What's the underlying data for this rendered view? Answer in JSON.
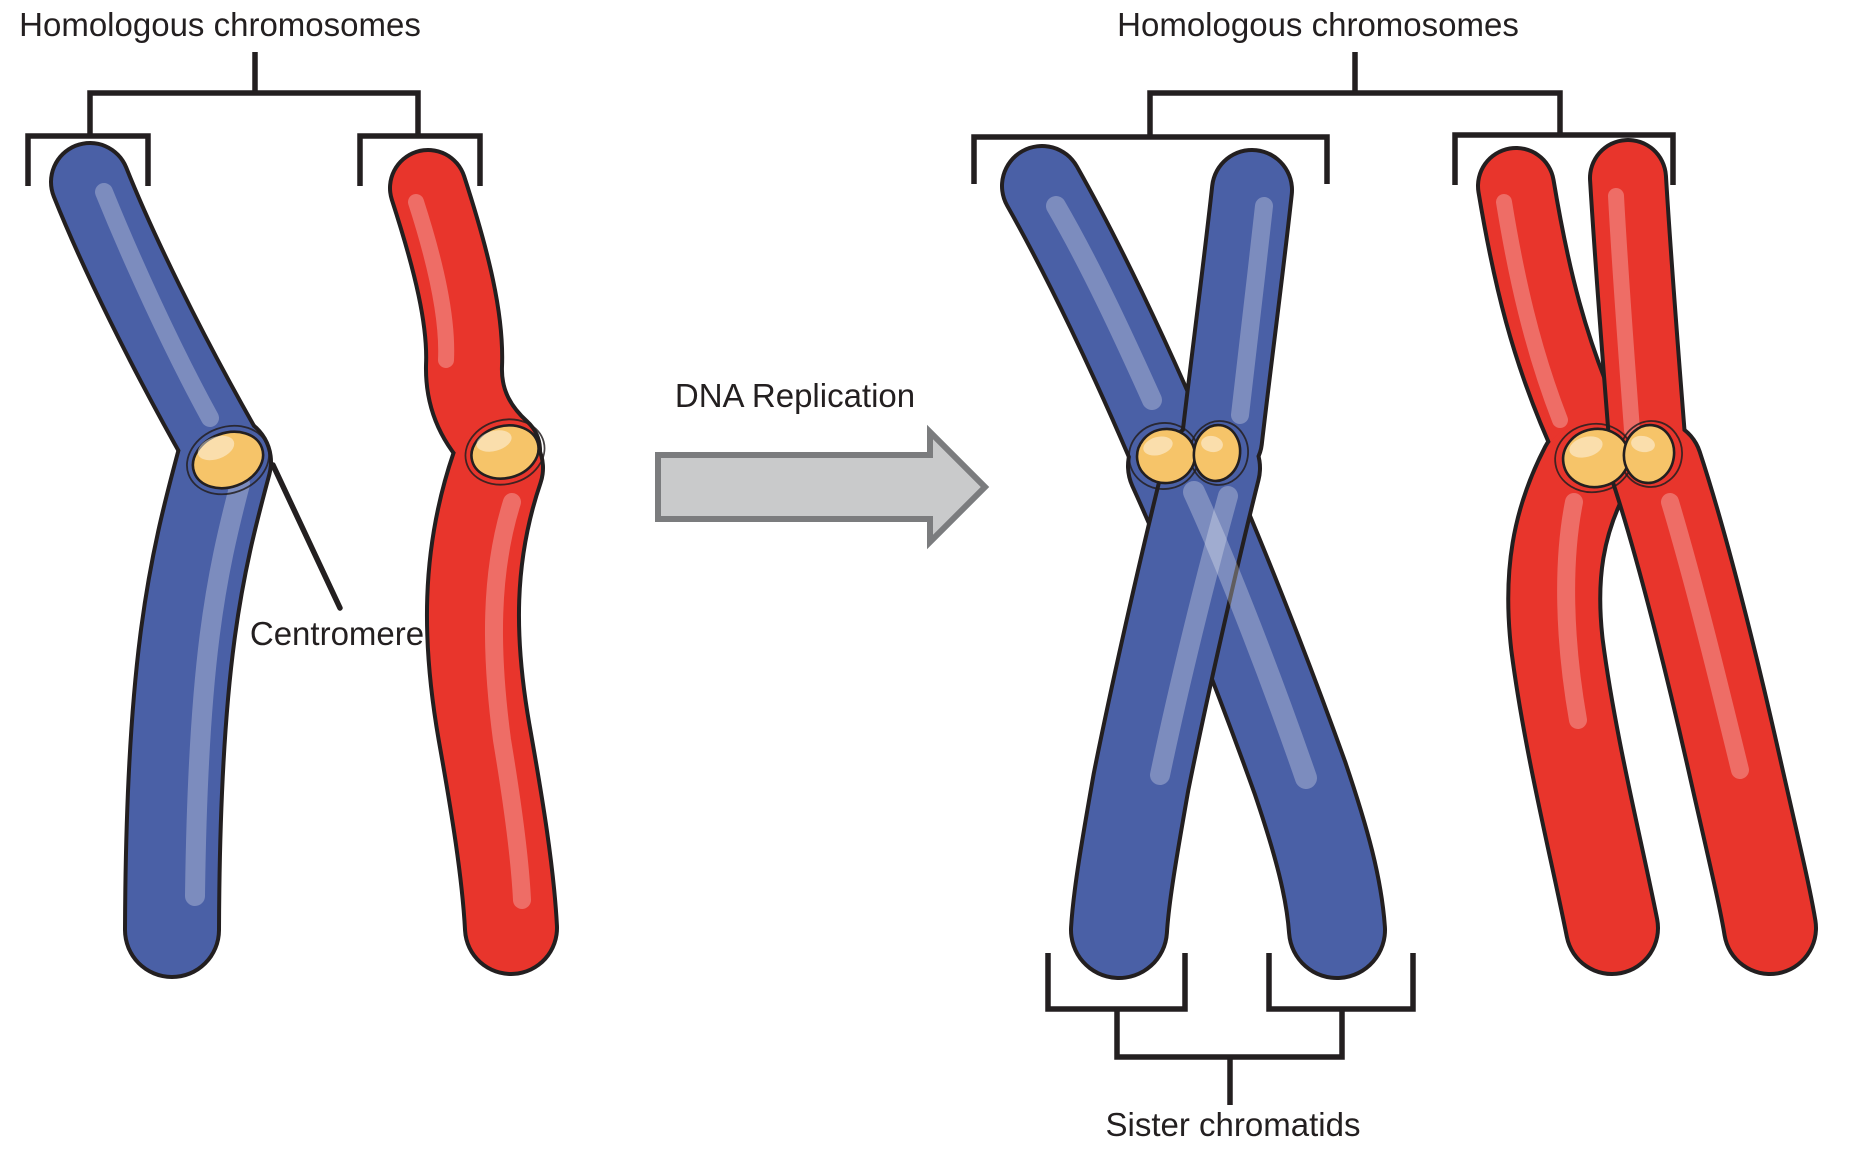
{
  "figure": {
    "left_section": {
      "label": "Homologous chromosomes",
      "centromere_label": "Centromere"
    },
    "arrow": {
      "label": "DNA Replication"
    },
    "right_section": {
      "label": "Homologous chromosomes",
      "sister_label": "Sister chromatids"
    }
  },
  "colors": {
    "background": "#ffffff",
    "outline": "#231f20",
    "blue": "#4a60a6",
    "red": "#e8352c",
    "centromere_fill": "#f6c469",
    "arrow_fill": "#c9cacb",
    "arrow_stroke": "#7b7c7e"
  }
}
